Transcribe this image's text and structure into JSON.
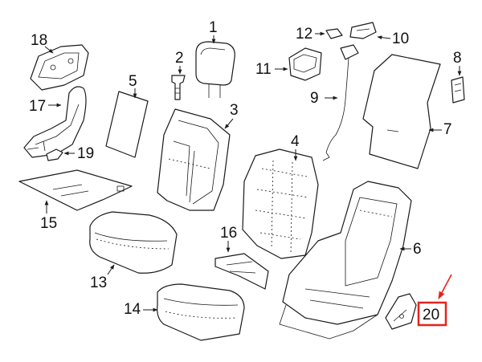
{
  "callouts": {
    "c1": "1",
    "c2": "2",
    "c3": "3",
    "c4": "4",
    "c5": "5",
    "c6": "6",
    "c7": "7",
    "c8": "8",
    "c9": "9",
    "c10": "10",
    "c11": "11",
    "c12": "12",
    "c13": "13",
    "c14": "14",
    "c15": "15",
    "c16": "16",
    "c17": "17",
    "c18": "18",
    "c19": "19",
    "c20": "20"
  },
  "colors": {
    "line": "#1a1a1a",
    "highlight": "#e5241b",
    "background": "#ffffff"
  }
}
